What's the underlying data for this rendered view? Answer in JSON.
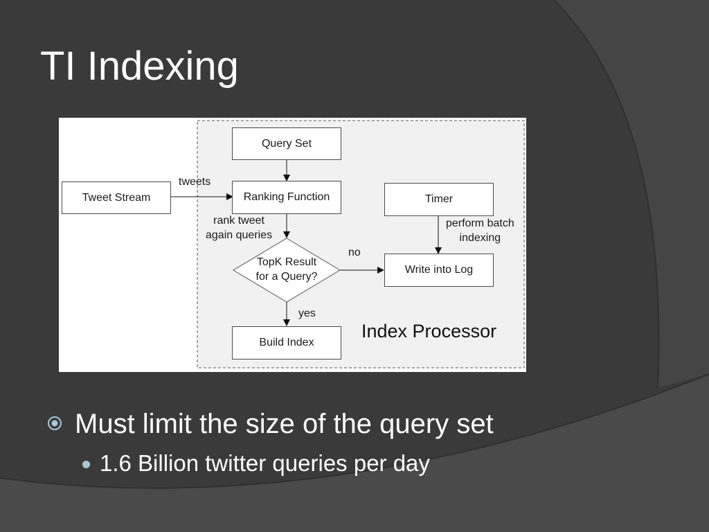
{
  "slide": {
    "title": "TI Indexing",
    "colors": {
      "background": "#3a3a3a",
      "text": "#ffffff",
      "bullet": "#a9c7d6"
    }
  },
  "diagram": {
    "nodes": {
      "query_set": "Query Set",
      "ranking_function": "Ranking Function",
      "tweet_stream": "Tweet Stream",
      "timer": "Timer",
      "topk_line1": "TopK Result",
      "topk_line2": "for a Query?",
      "write_log": "Write into Log",
      "build_index": "Build Index"
    },
    "edge_labels": {
      "tweets": "tweets",
      "rank_line1": "rank tweet",
      "rank_line2": "again queries",
      "no": "no",
      "yes": "yes",
      "batch_line1": "perform batch",
      "batch_line2": "indexing"
    },
    "panel_title": "Index Processor"
  },
  "bullets": [
    {
      "text": "Must limit the size of the query set",
      "icon": "target-bullet-icon"
    },
    {
      "text": "1.6 Billion twitter queries per day",
      "icon": "dot-bullet-icon"
    }
  ]
}
